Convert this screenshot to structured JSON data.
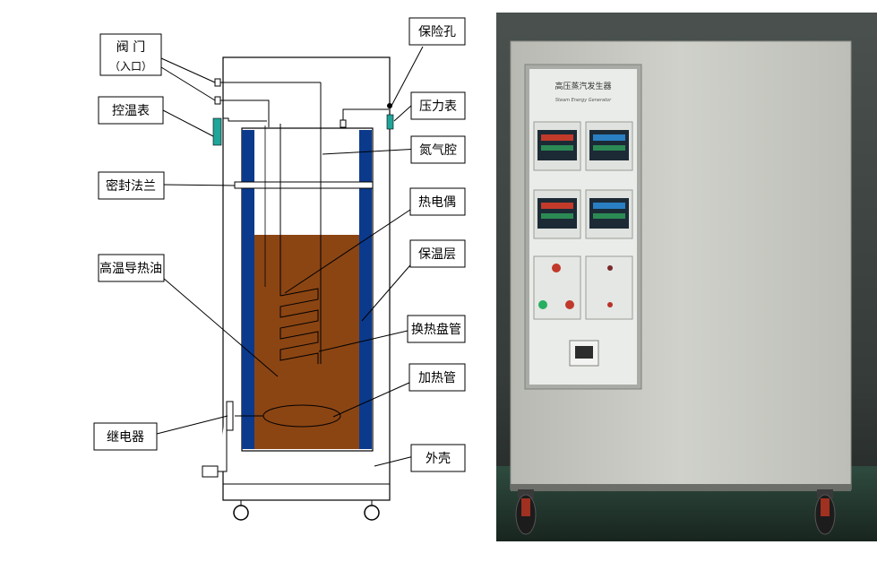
{
  "diagram": {
    "labels": {
      "valve_line1": "阀  门",
      "valve_line2": "（入口）",
      "safety_hole": "保险孔",
      "temp_controller": "控温表",
      "pressure_gauge": "压力表",
      "nitrogen_chamber": "氮气腔",
      "seal_flange": "密封法兰",
      "thermocouple": "热电偶",
      "insulation_layer": "保温层",
      "heat_oil": "高温导热油",
      "heat_exchange_coil": "换热盘管",
      "heating_tube": "加热管",
      "relay": "继电器",
      "outer_shell": "外壳"
    },
    "colors": {
      "insulation_blue": "#0b3a8c",
      "oil_brown": "#8b4513",
      "gauge_teal": "#20a59a",
      "line": "#000000"
    }
  },
  "photo": {
    "panel_title": "高压蒸汽发生器",
    "panel_subtitle": "Steam Energy Generator",
    "colors": {
      "cabinet": "#c9cbc4",
      "background": "#2a2f2d",
      "panel": "#e9ece8",
      "display": "#1c2a36"
    }
  }
}
